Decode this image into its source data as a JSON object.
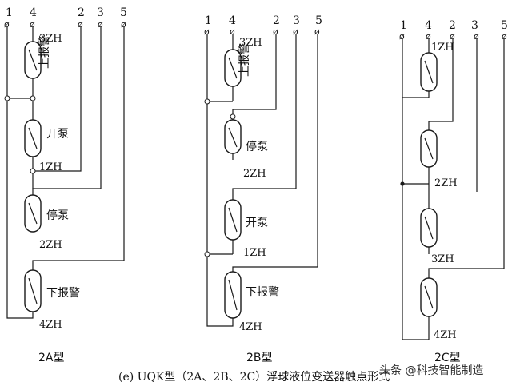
{
  "diagrams": [
    {
      "title": "2A型",
      "terminals": [
        "1",
        "4",
        "2",
        "3",
        "5"
      ],
      "switches": [
        {
          "code": "3ZH",
          "desc": "上报警"
        },
        {
          "code": "1ZH",
          "desc": "开泵"
        },
        {
          "code": "2ZH",
          "desc": "停泵"
        },
        {
          "code": "4ZH",
          "desc": "下报警"
        }
      ]
    },
    {
      "title": "2B型",
      "terminals": [
        "1",
        "4",
        "2",
        "3",
        "5"
      ],
      "switches": [
        {
          "code": "3ZH",
          "desc": "上报警"
        },
        {
          "code": "2ZH",
          "desc": "停泵"
        },
        {
          "code": "1ZH",
          "desc": "开泵"
        },
        {
          "code": "4ZH",
          "desc": "下报警"
        }
      ]
    },
    {
      "title": "2C型",
      "terminals": [
        "1",
        "4",
        "2",
        "3",
        "5"
      ],
      "switches": [
        {
          "code": "1ZH"
        },
        {
          "code": "2ZH"
        },
        {
          "code": "3ZH"
        },
        {
          "code": "4ZH"
        }
      ]
    }
  ],
  "terminal_symbol": "ø",
  "caption": "(e) UQK型（2A、2B、2C）浮球液位变送器触点形式",
  "watermark": "头条 @科技智能制造"
}
